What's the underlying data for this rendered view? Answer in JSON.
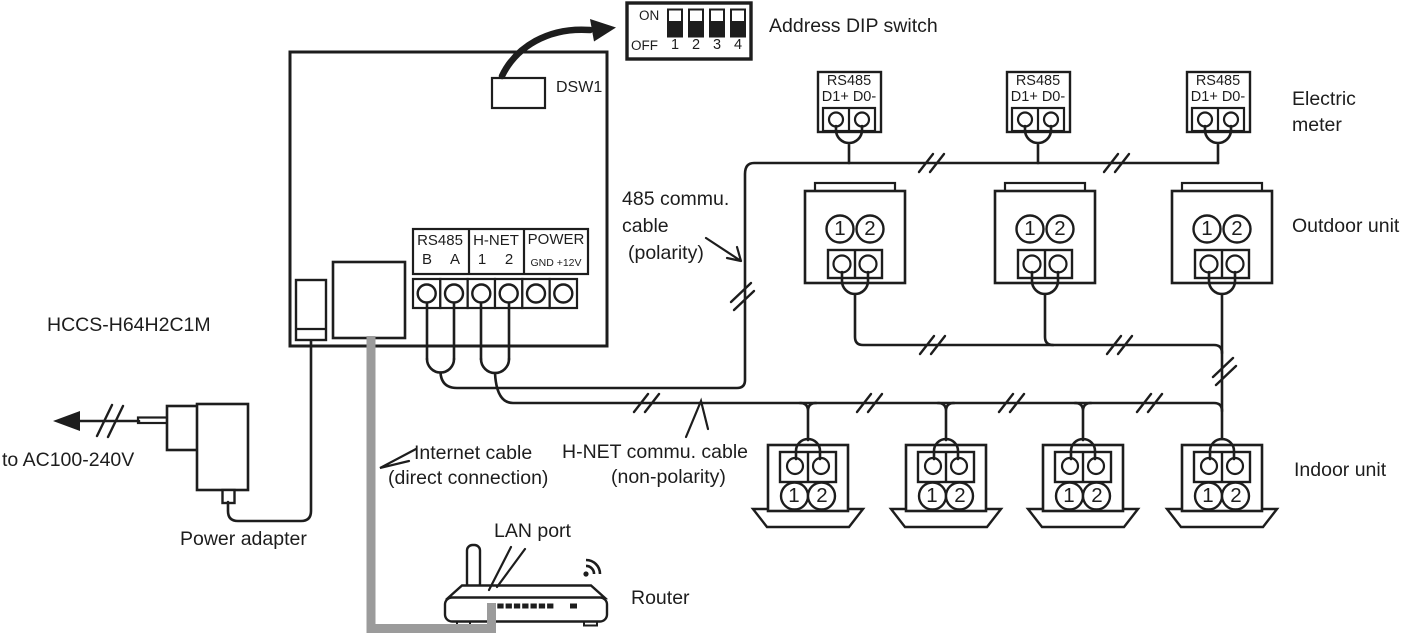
{
  "diagram": {
    "controller": {
      "model": "HCCS-H64H2C1M",
      "dsw_label": "DSW1",
      "terminals": {
        "rs485_title": "RS485",
        "pin_b": "B",
        "pin_a": "A",
        "hnet_title": "H-NET",
        "pin_1": "1",
        "pin_2": "2",
        "power_title": "POWER",
        "power_pins": "GND +12V"
      }
    },
    "dip": {
      "on": "ON",
      "off": "OFF",
      "numbers": [
        "1",
        "2",
        "3",
        "4"
      ],
      "label": "Address DIP switch"
    },
    "power": {
      "source_label": "to AC100-240V",
      "adapter_label": "Power adapter"
    },
    "cables": {
      "rs485_line1": "485 commu.",
      "rs485_line2": "cable",
      "rs485_line3": "(polarity)",
      "hnet_line1": "H-NET commu. cable",
      "hnet_line2": "(non-polarity)",
      "internet_line1": "Internet cable",
      "internet_line2": "(direct connection)"
    },
    "network": {
      "lan_port": "LAN port",
      "router": "Router"
    },
    "meter": {
      "line1": "Electric",
      "line2": "meter",
      "title": "RS485",
      "pins": "D1+ D0-"
    },
    "outdoor": {
      "label": "Outdoor unit",
      "t1": "1",
      "t2": "2"
    },
    "indoor": {
      "label": "Indoor unit",
      "t1": "1",
      "t2": "2"
    },
    "colors": {
      "line": "#1d1d1d",
      "cable_gray": "#9b9b9b"
    }
  }
}
